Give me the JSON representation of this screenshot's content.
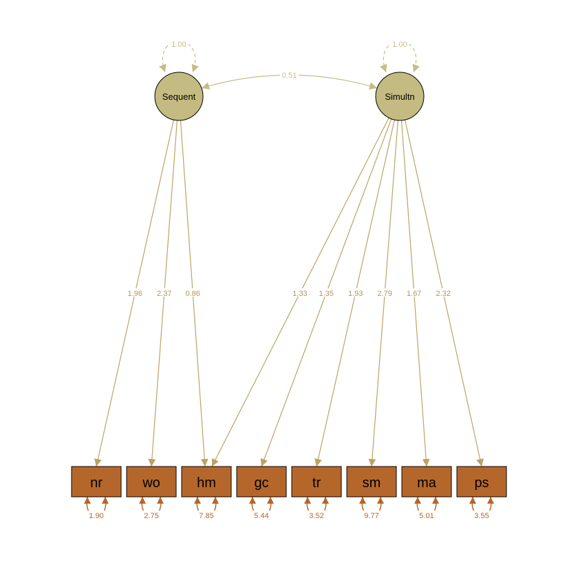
{
  "colors": {
    "latent_fill": "#c3bb81",
    "latent_stroke": "#000000",
    "manifest_fill": "#b5672b",
    "manifest_stroke": "#000000",
    "path_color": "#bda263",
    "covariance_color": "#c6bd84",
    "residual_color": "#b5672b",
    "loading_text": "#b9925a",
    "covariance_text": "#c6bd84",
    "residual_text": "#b5672b"
  },
  "latents": [
    {
      "id": "Sequent",
      "label": "Sequent",
      "variance": "1.00"
    },
    {
      "id": "Simultn",
      "label": "Simultn",
      "variance": "1.00"
    }
  ],
  "manifests": [
    {
      "id": "nr",
      "label": "nr",
      "residual": "1.90"
    },
    {
      "id": "wo",
      "label": "wo",
      "residual": "2.75"
    },
    {
      "id": "hm",
      "label": "hm",
      "residual": "7.85"
    },
    {
      "id": "gc",
      "label": "gc",
      "residual": "5.44"
    },
    {
      "id": "tr",
      "label": "tr",
      "residual": "3.52"
    },
    {
      "id": "sm",
      "label": "sm",
      "residual": "9.77"
    },
    {
      "id": "ma",
      "label": "ma",
      "residual": "5.01"
    },
    {
      "id": "ps",
      "label": "ps",
      "residual": "3.55"
    }
  ],
  "loadings": [
    {
      "from": "Sequent",
      "to": "nr",
      "value": "1.96"
    },
    {
      "from": "Sequent",
      "to": "wo",
      "value": "2.37"
    },
    {
      "from": "Sequent",
      "to": "hm",
      "value": "0.86"
    },
    {
      "from": "Simultn",
      "to": "hm",
      "value": "1.33"
    },
    {
      "from": "Simultn",
      "to": "gc",
      "value": "1.35"
    },
    {
      "from": "Simultn",
      "to": "tr",
      "value": "1.93"
    },
    {
      "from": "Simultn",
      "to": "sm",
      "value": "2.79"
    },
    {
      "from": "Simultn",
      "to": "ma",
      "value": "1.67"
    },
    {
      "from": "Simultn",
      "to": "ps",
      "value": "2.32"
    }
  ],
  "covariances": [
    {
      "a": "Sequent",
      "b": "Simultn",
      "value": "0.51"
    }
  ]
}
